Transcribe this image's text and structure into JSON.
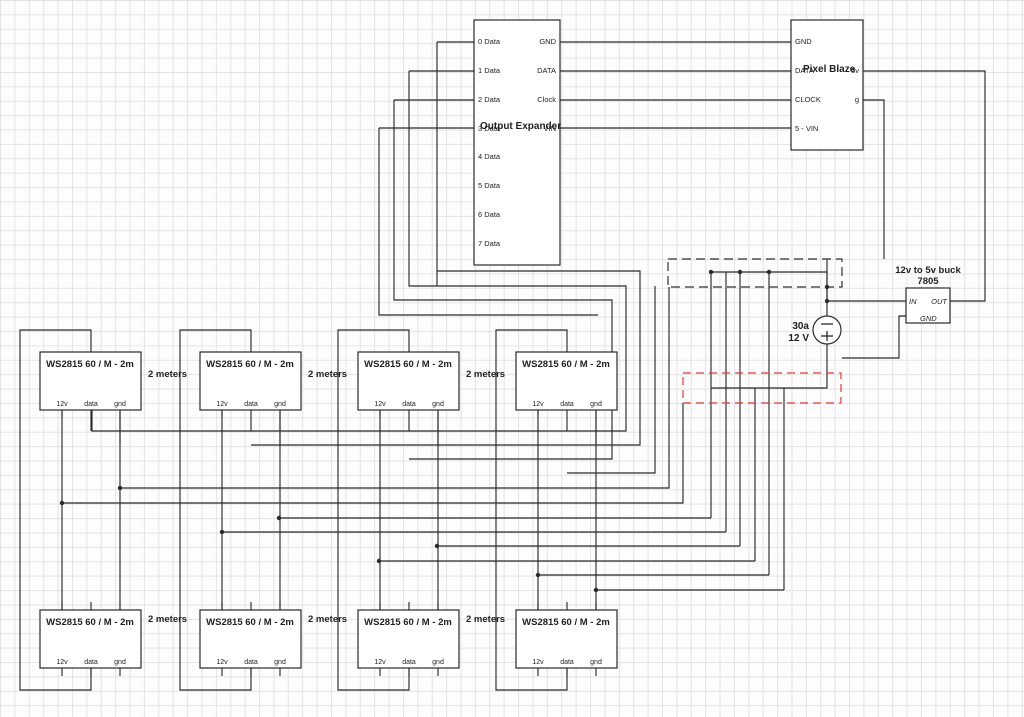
{
  "output_expander": {
    "title": "Output Expander",
    "left_pins": [
      "0 Data",
      "1 Data",
      "2 Data",
      "3 Data",
      "4 Data",
      "5 Data",
      "6 Data",
      "7 Data"
    ],
    "right_pins": [
      "GND",
      "DATA",
      "Clock",
      "VIN"
    ]
  },
  "pixel_blaze": {
    "title": "Pixel Blaze",
    "left_pins": [
      "GND",
      "DATA",
      "CLOCK",
      "5 - VIN"
    ],
    "right_pins": [
      "5v",
      "g"
    ]
  },
  "buck": {
    "title_line1": "12v to 5v buck",
    "title_line2": "7805",
    "pin_in": "IN",
    "pin_out": "OUT",
    "pin_gnd": "GND"
  },
  "psu": {
    "current": "30a",
    "voltage": "12 V"
  },
  "strip": {
    "title": "WS2815 60 / M - 2m",
    "pin_12v": "12v",
    "pin_data": "data",
    "pin_gnd": "gnd",
    "length_label": "2 meters"
  },
  "colors": {
    "wire": "#2a2a2a",
    "power_box_dash": "#333333",
    "ground_box_dash": "#e53935",
    "grid": "#e3e3e3"
  }
}
